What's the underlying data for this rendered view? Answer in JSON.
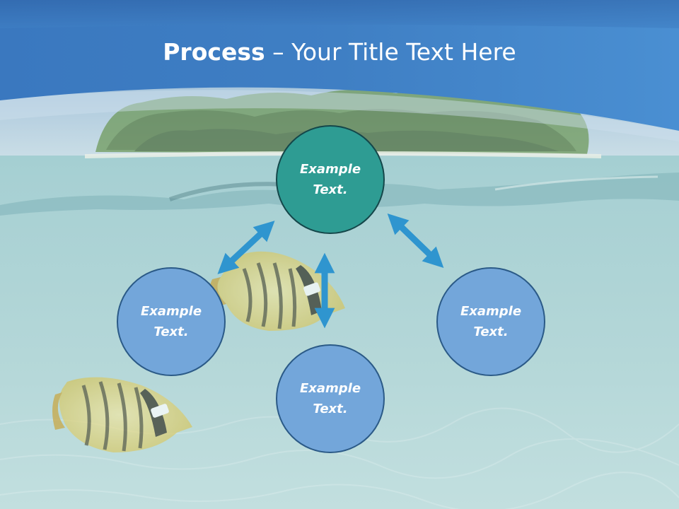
{
  "title": {
    "bold": "Process",
    "rest": " – Your Title Text Here"
  },
  "nodes": {
    "top": {
      "line1": "Example",
      "line2": "Text."
    },
    "left": {
      "line1": "Example",
      "line2": "Text."
    },
    "bottom": {
      "line1": "Example",
      "line2": "Text."
    },
    "right": {
      "line1": "Example",
      "line2": "Text."
    }
  },
  "colors": {
    "header_blue": "#3f7fc4",
    "center_node": "#2e9c93",
    "outer_node": "#73a6da",
    "arrow": "#2f95cf"
  }
}
